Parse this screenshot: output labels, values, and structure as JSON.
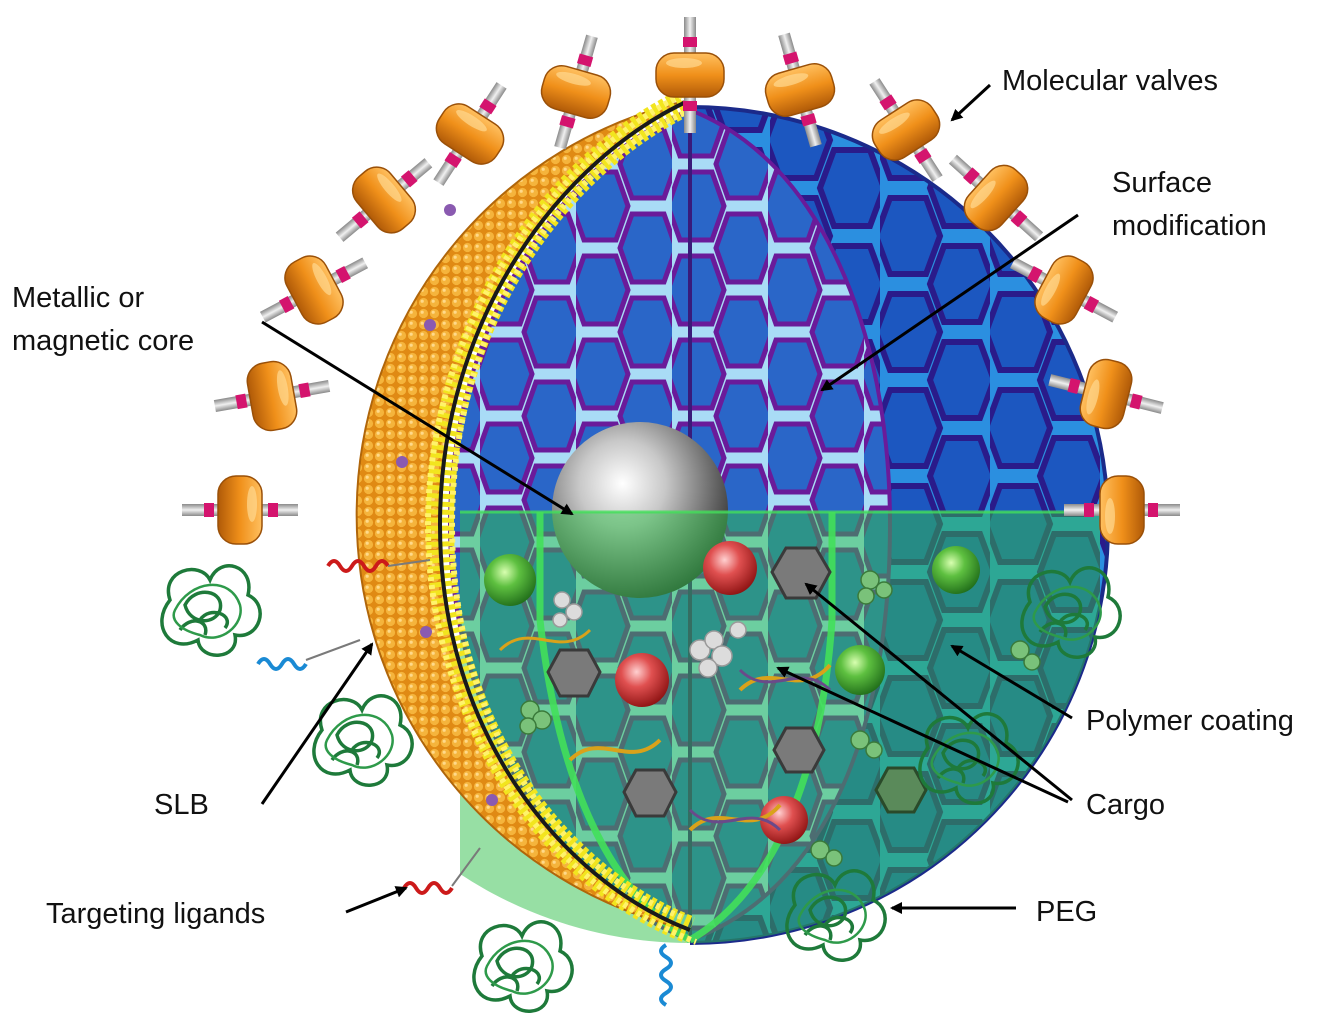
{
  "labels": {
    "molecular_valves": "Molecular valves",
    "surface_modification": [
      "Surface",
      "modification"
    ],
    "metallic_core": [
      "Metallic or",
      "magnetic core"
    ],
    "polymer_coating": "Polymer coating",
    "cargo": "Cargo",
    "slb": "SLB",
    "targeting_ligands": "Targeting ligands",
    "peg": "PEG"
  },
  "colors": {
    "lipid_shell": "#e8961c",
    "bilayer": "#f2e51e",
    "silica_blue": "#1f6fd6",
    "pore_outline": "#6a1b9a",
    "light_blue": "#a8dcf5",
    "polymer_green": "#2fbf4a",
    "valve_orange": "#f0901a",
    "valve_rod": "#c8c8c8",
    "valve_band": "#d4146e",
    "peg_green": "#1e7a3a",
    "ligand_red": "#cc1a1a",
    "ligand_blue": "#1a8ad4",
    "arrow": "#000000"
  }
}
